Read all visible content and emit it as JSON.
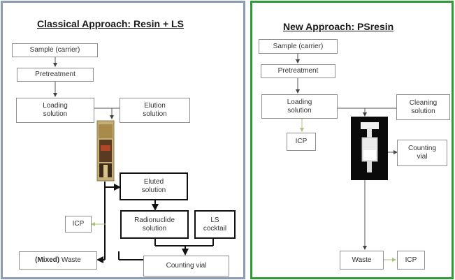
{
  "left": {
    "title": "Classical Approach: Resin + LS",
    "sample": "Sample (carrier)",
    "pretreatment": "Pretreatment",
    "loading": "Loading\nsolution",
    "elution": "Elution\nsolution",
    "eluted": "Eluted\nsolution",
    "icp": "ICP",
    "radionuclide": "Radionuclide\nsolution",
    "ls_cocktail": "LS\ncocktail",
    "waste_bold": "(Mixed)",
    "waste_rest": " Waste",
    "counting_vial": "Counting vial"
  },
  "right": {
    "title": "New Approach: PSresin",
    "sample": "Sample (carrier)",
    "pretreatment": "Pretreatment",
    "loading": "Loading\nsolution",
    "cleaning": "Cleaning\nsolution",
    "icp_top": "ICP",
    "counting_vial": "Counting\nvial",
    "waste": "Waste",
    "icp_bottom": "ICP"
  },
  "colors": {
    "left_border": "#8a9bb3",
    "right_border": "#2e9a38",
    "icp_arrow": "#a9c47a"
  }
}
